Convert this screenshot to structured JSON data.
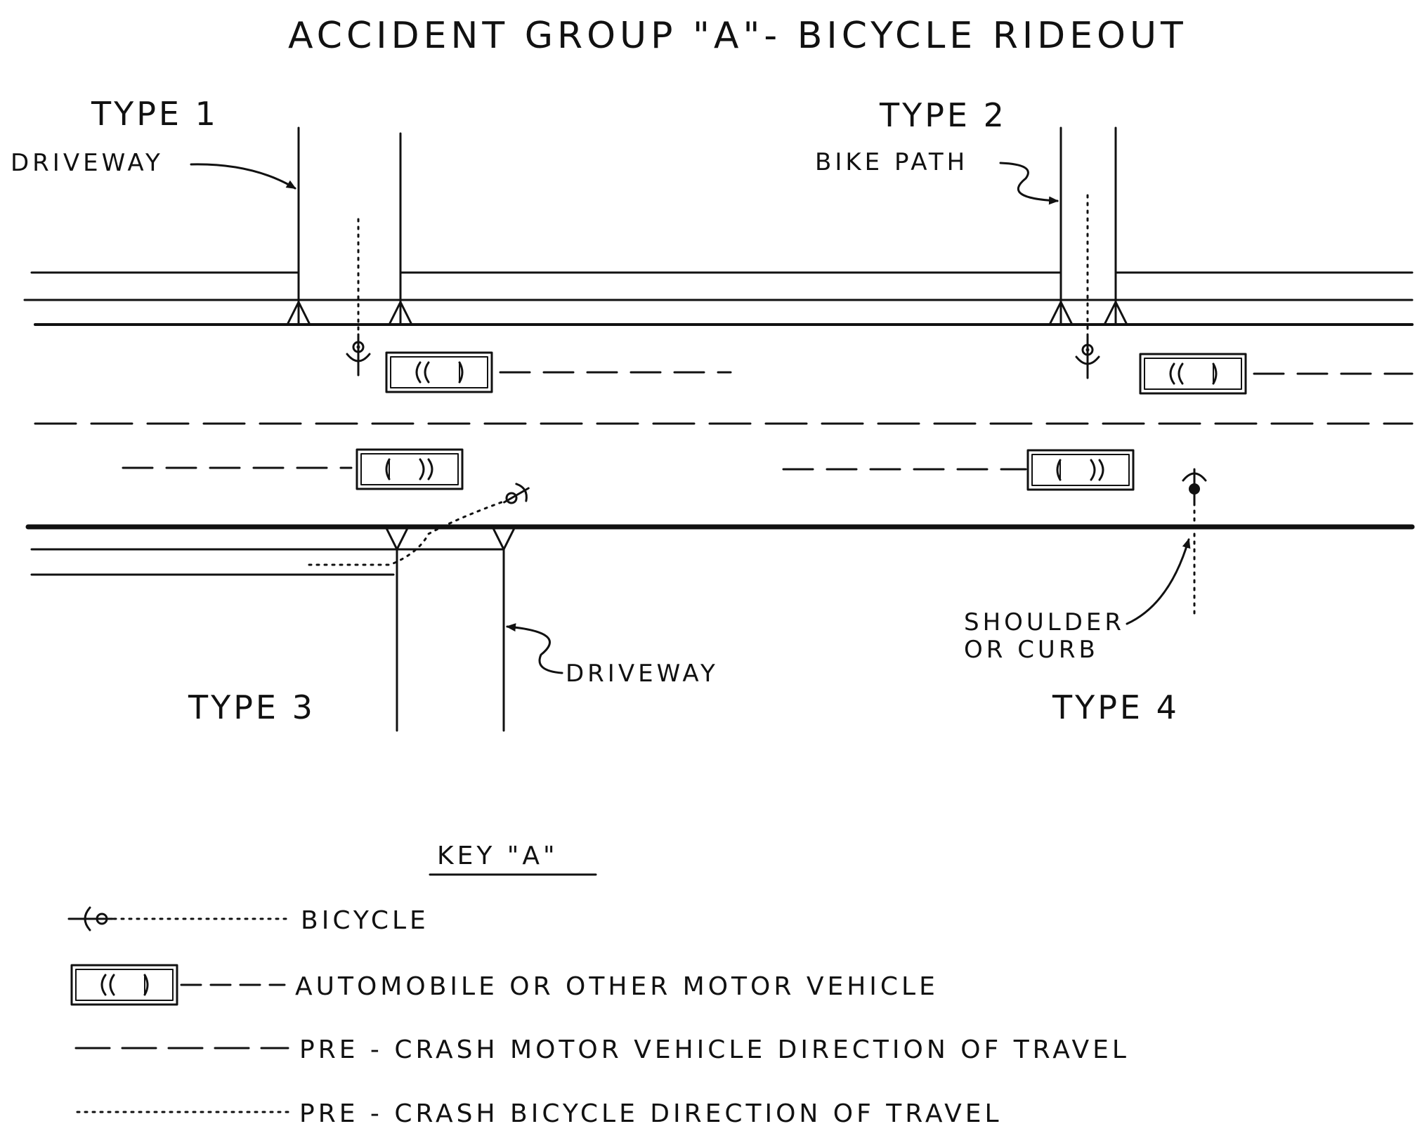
{
  "diagram": {
    "title": "ACCIDENT GROUP \"A\"- BICYCLE RIDEOUT",
    "types": {
      "type1": {
        "label": "TYPE 1",
        "callout": "DRIVEWAY"
      },
      "type2": {
        "label": "TYPE 2",
        "callout": "BIKE PATH"
      },
      "type3": {
        "label": "TYPE 3",
        "callout": "DRIVEWAY"
      },
      "type4": {
        "label": "TYPE 4",
        "callout_line1": "SHOULDER",
        "callout_line2": "OR CURB"
      }
    },
    "key": {
      "title": "KEY \"A\"",
      "bicycle": "BICYCLE",
      "vehicle": "AUTOMOBILE OR OTHER MOTOR VEHICLE",
      "vehicle_path": "PRE - CRASH MOTOR VEHICLE DIRECTION OF TRAVEL",
      "bicycle_path": "PRE - CRASH BICYCLE DIRECTION OF TRAVEL"
    }
  }
}
